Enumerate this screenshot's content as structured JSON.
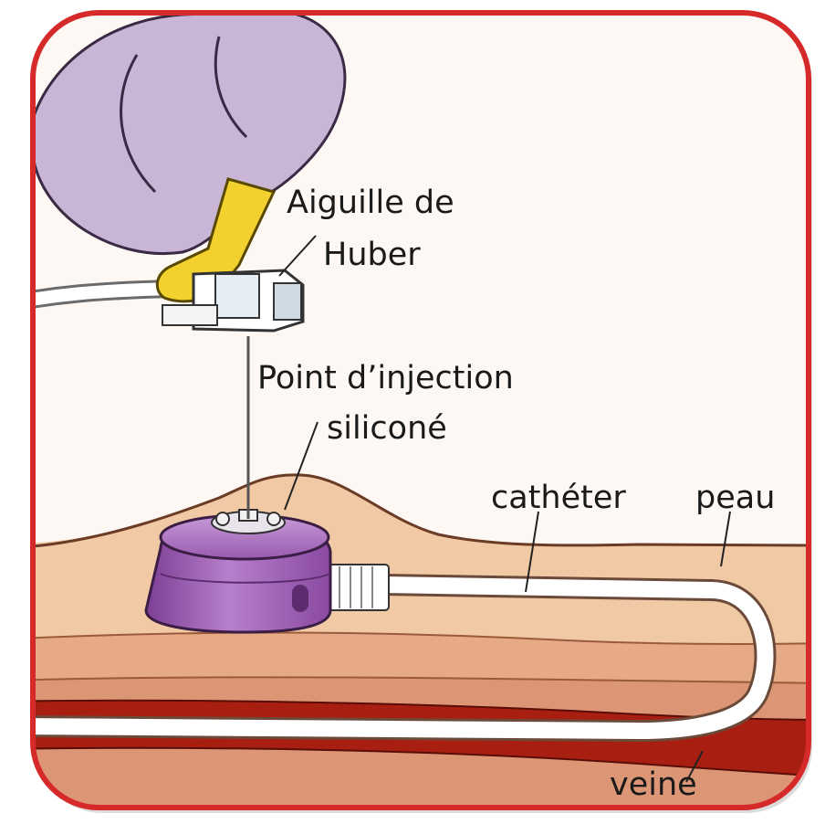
{
  "colors": {
    "frame": "#d62a2a",
    "background": "#fdf8f3",
    "skin_top": "#f1c9a4",
    "skin_mid": "#e7aa86",
    "skin_deep": "#dc9675",
    "vein": "#a81f12",
    "port_body": "#a666b8",
    "glove": "#c9b6d6",
    "needle_wing": "#f2d12e",
    "catheter": "#ffffff"
  },
  "labels": {
    "needle": "Aiguille de",
    "needle_2": "Huber",
    "septum": "Point d’injection",
    "septum_2": "siliconé",
    "catheter": "cathéter",
    "skin": "peau",
    "vein": "veine"
  }
}
